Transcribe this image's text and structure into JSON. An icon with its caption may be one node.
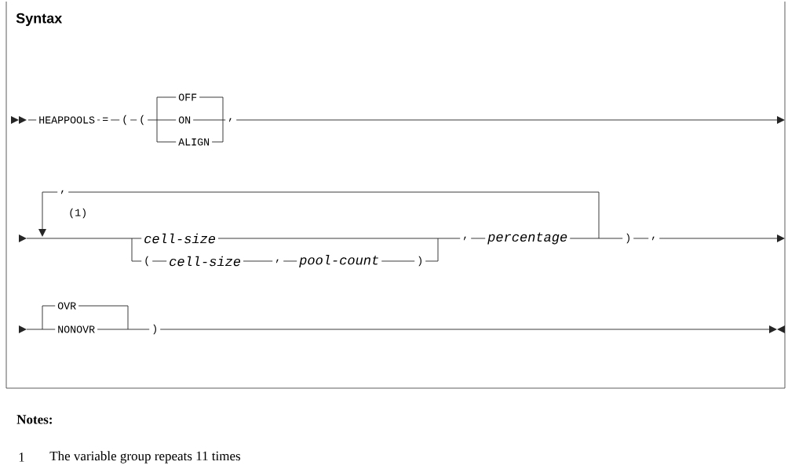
{
  "diagram": {
    "title": "Syntax",
    "labels": [
      "HEAPPOOLS",
      "=",
      "(",
      "(",
      "OFF",
      "ON",
      "ALIGN",
      ",",
      ",",
      "(1)",
      "cell-size",
      "(",
      "cell-size",
      ",",
      "pool-count",
      ")",
      ",",
      "percentage",
      ")",
      ",",
      "OVR",
      "NONOVR",
      ")",
      "Notes:",
      "1",
      "The variable group repeats 11 times"
    ]
  }
}
